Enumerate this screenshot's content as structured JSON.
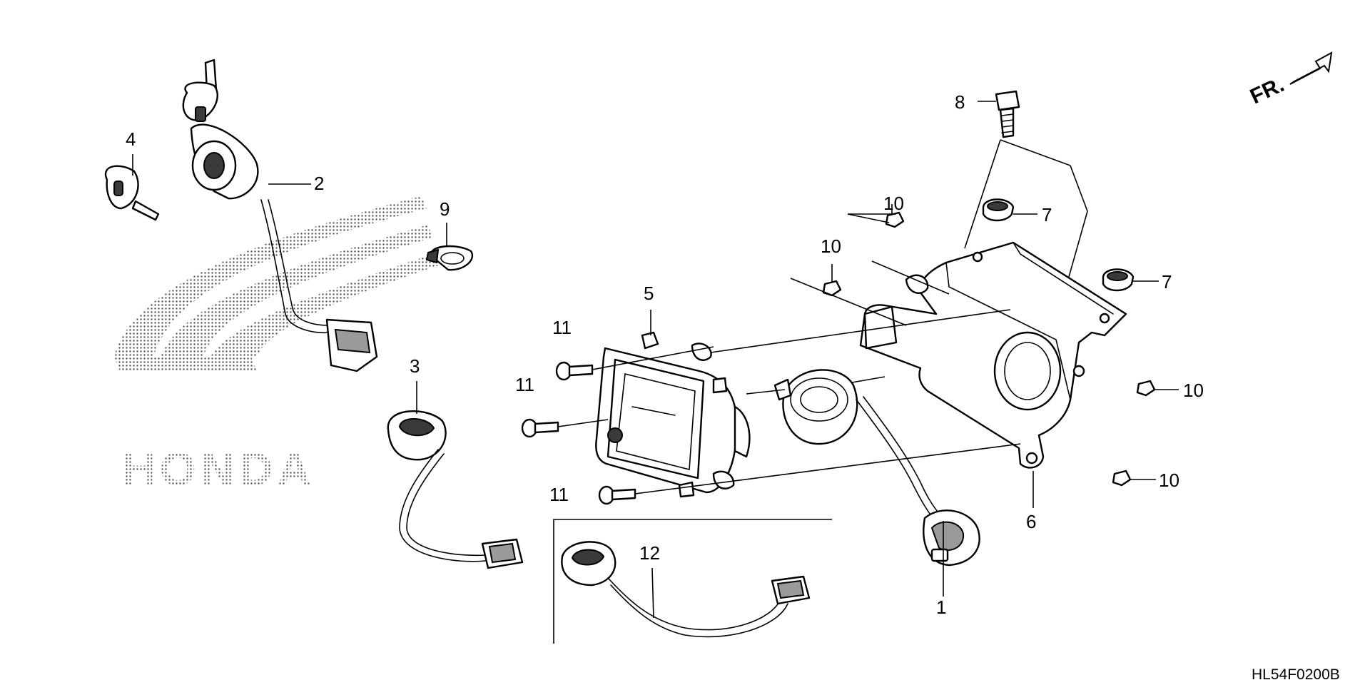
{
  "labels": {
    "p1": "1",
    "p2": "2",
    "p3": "3",
    "p4": "4",
    "p5": "5",
    "p6": "6",
    "p7a": "7",
    "p7b": "7",
    "p8": "8",
    "p9": "9",
    "p10a": "10",
    "p10b": "10",
    "p10c": "10",
    "p10d": "10",
    "p11a": "11",
    "p11b": "11",
    "p11c": "11",
    "p12": "12"
  },
  "direction": "FR.",
  "diagram_code": "HL54F0200B",
  "watermark": "HONDA"
}
